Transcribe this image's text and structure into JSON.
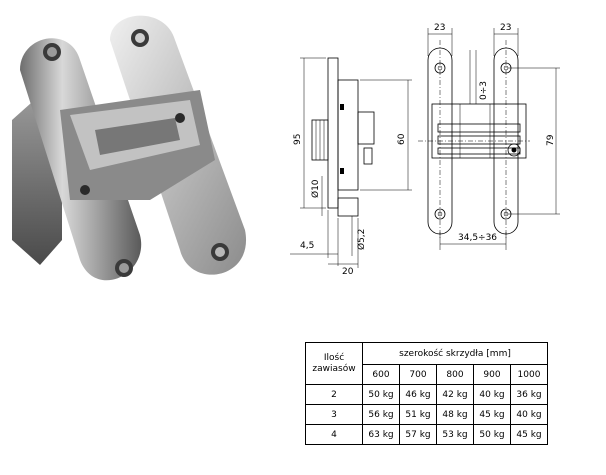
{
  "drawing": {
    "side_view": {
      "dim_height_overall": "95",
      "dim_height_inner": "60",
      "dim_hole_dia": "Ø10",
      "dim_screw_dia": "Ø5,2",
      "dim_offset": "4,5",
      "dim_depth": "20"
    },
    "front_view": {
      "dim_width_left": "23",
      "dim_width_right": "23",
      "dim_gap": "0÷3",
      "dim_height": "79",
      "dim_spacing": "34,5÷36"
    }
  },
  "table": {
    "row_header": "Ilość zawiasów",
    "group_header": "szerokość skrzydła [mm]",
    "columns": [
      "600",
      "700",
      "800",
      "900",
      "1000"
    ],
    "rows": [
      {
        "count": "2",
        "values": [
          "50 kg",
          "46 kg",
          "42 kg",
          "40 kg",
          "36 kg"
        ]
      },
      {
        "count": "3",
        "values": [
          "56 kg",
          "51 kg",
          "48 kg",
          "45 kg",
          "40 kg"
        ]
      },
      {
        "count": "4",
        "values": [
          "63 kg",
          "57 kg",
          "53 kg",
          "50 kg",
          "45 kg"
        ]
      }
    ]
  }
}
